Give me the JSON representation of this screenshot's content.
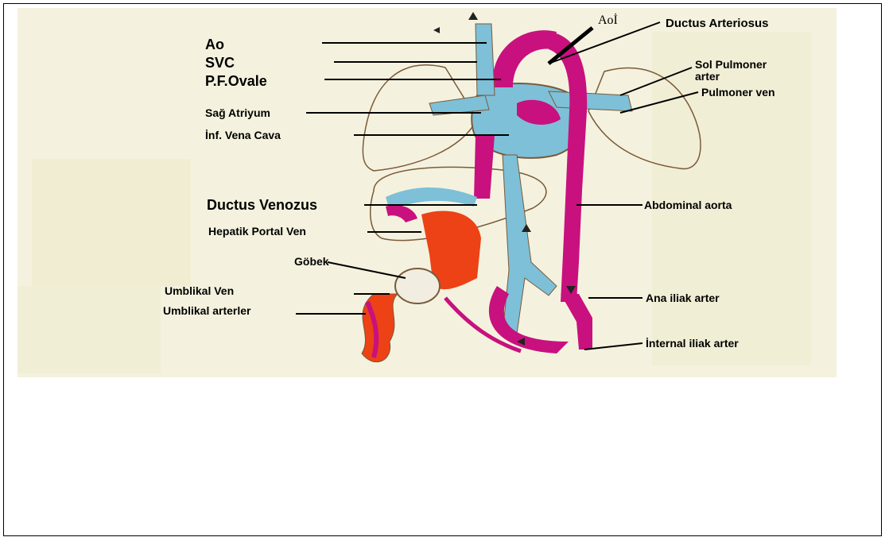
{
  "labels": {
    "ao": "Ao",
    "svc": "SVC",
    "pf_ovale": "P.F.Ovale",
    "sag_atriyum": "Sağ Atriyum",
    "inf_vena_cava": "İnf. Vena Cava",
    "ductus_venozus": "Ductus Venozus",
    "hepatik_portal_ven": "Hepatik Portal Ven",
    "gobek": "Göbek",
    "umblikal_ven": "Umblikal Ven",
    "umblikal_arterler": "Umblikal arterler",
    "aoi": "Aoİ",
    "ductus_arteriosus": "Ductus Arteriosus",
    "sol_pulmoner_arter_1": "Sol Pulmoner",
    "sol_pulmoner_arter_2": "arter",
    "pulmoner_ven": "Pulmoner ven",
    "abdominal_aorta": "Abdominal aorta",
    "ana_iliak_arter": "Ana iliak arter",
    "internal_iliak_arter": "İnternal iliak arter"
  },
  "colors": {
    "artery_magenta": "#c8117e",
    "vein_blue": "#7dc0d8",
    "umbilical_red": "#ec4216",
    "outline": "#7a5a3a",
    "background_texture": "#f3f1dd"
  }
}
